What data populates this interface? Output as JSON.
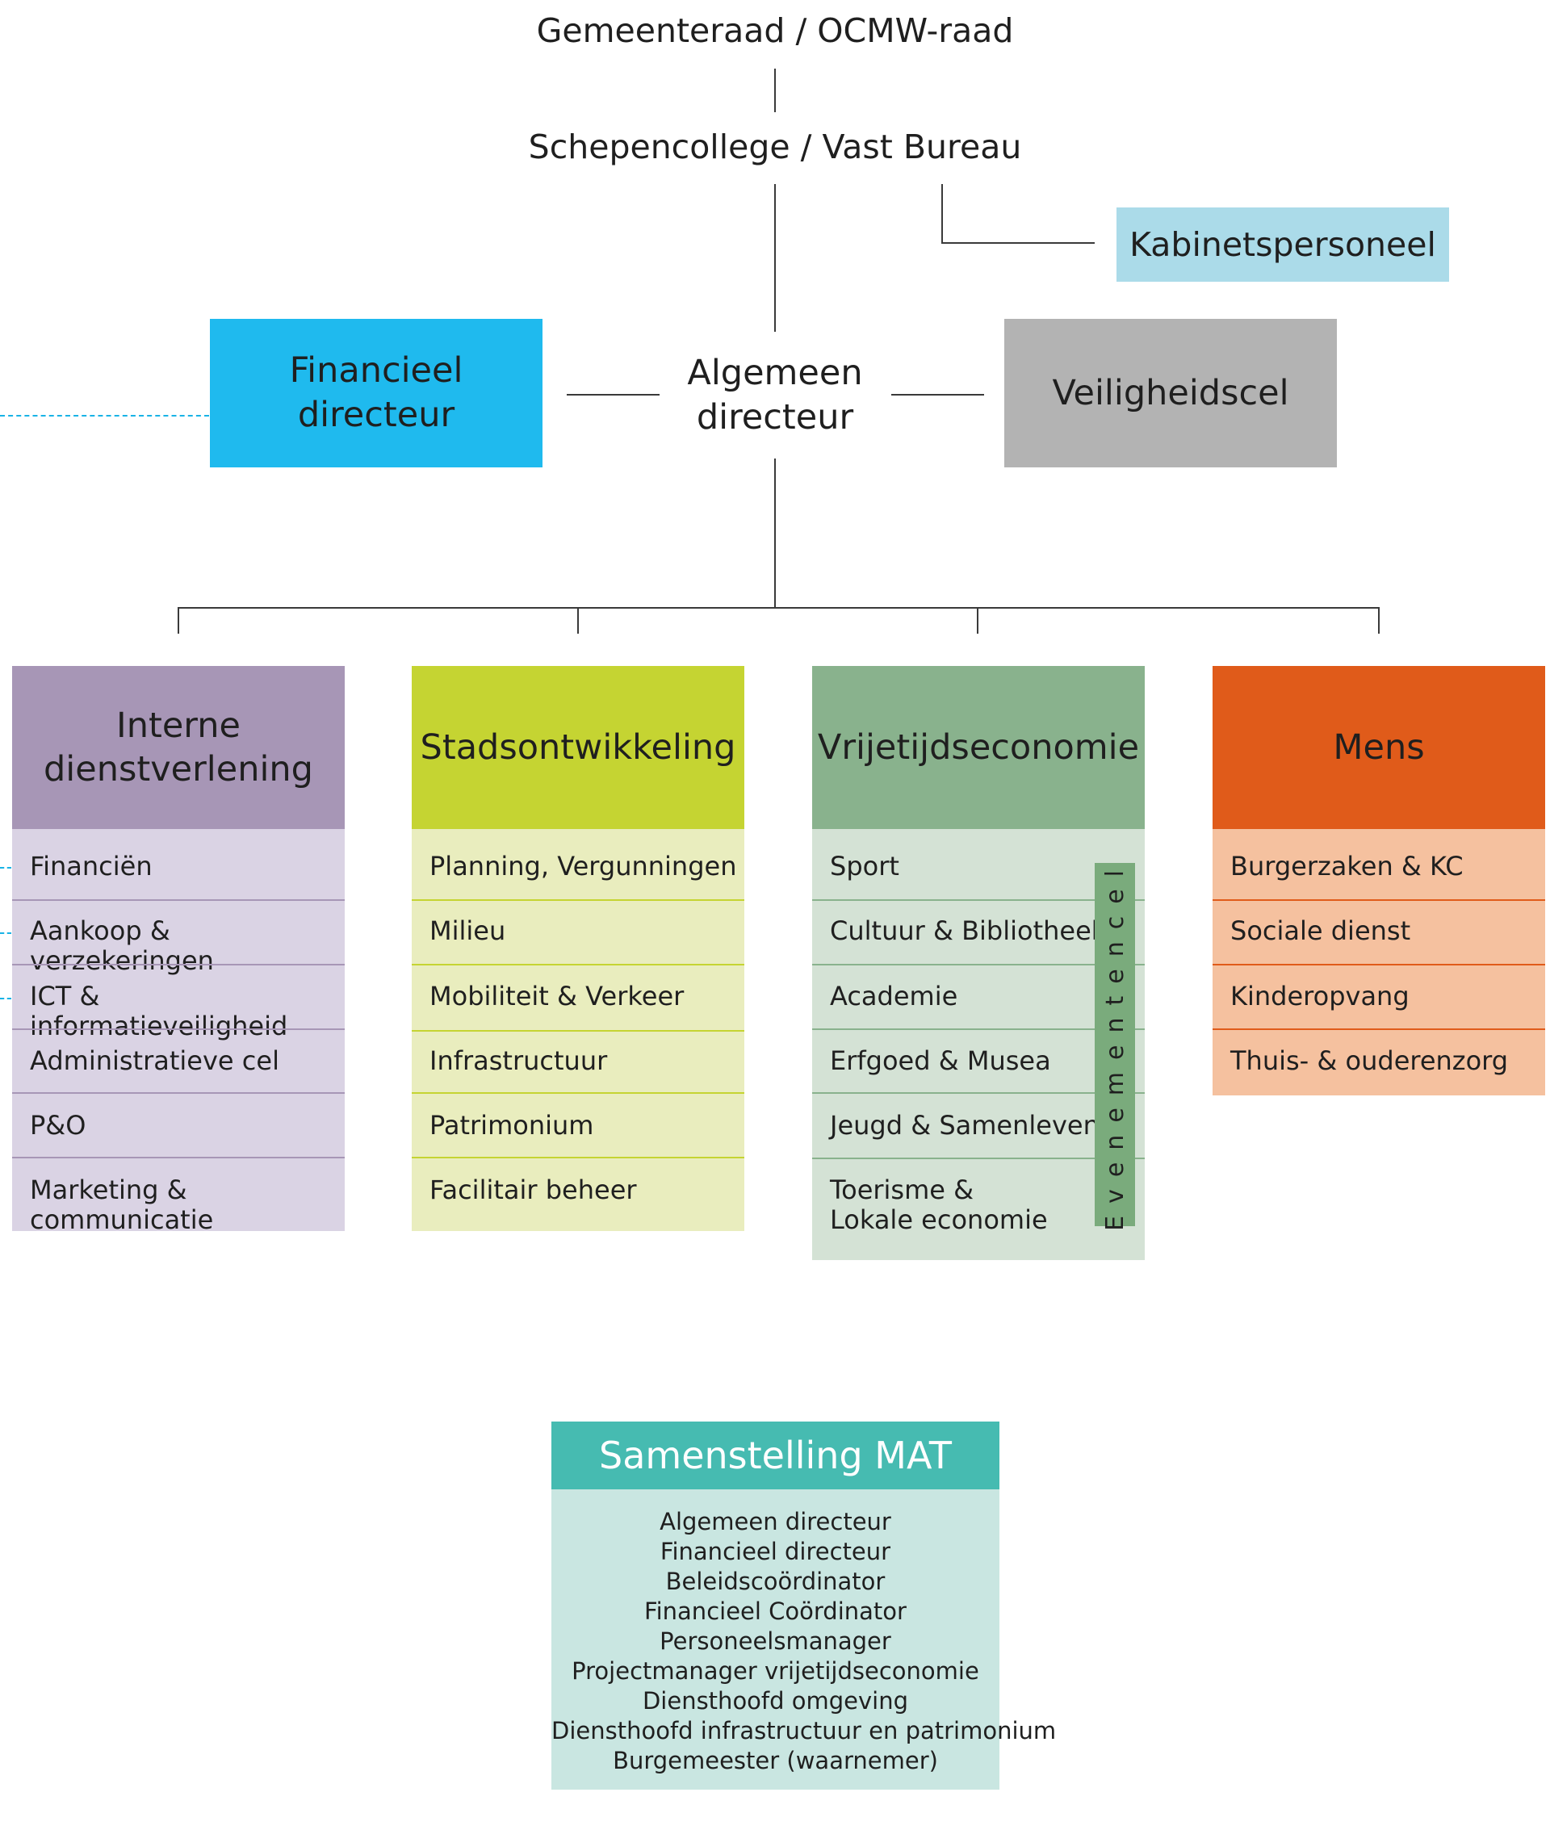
{
  "top": {
    "council": "Gemeenteraad / OCMW-raad",
    "college": "Schepencollege / Vast Bureau",
    "cabinet": "Kabinetspersoneel",
    "general_director": "Algemeen\ndirecteur",
    "financial_director": "Financieel\ndirecteur",
    "security": "Veiligheidscel"
  },
  "departments": [
    {
      "title": "Interne\ndienstverlening",
      "items": [
        "Financiën",
        "Aankoop & verzekeringen",
        "ICT & informatieveiligheid",
        "Administratieve cel",
        "P&O",
        "Marketing & communicatie"
      ]
    },
    {
      "title": "Stadsontwikkeling",
      "items": [
        "Planning, Vergunningen",
        "Milieu",
        "Mobiliteit & Verkeer",
        "Infrastructuur",
        "Patrimonium",
        "Facilitair beheer"
      ]
    },
    {
      "title": "Vrijetijdseconomie",
      "items": [
        "Sport",
        "Cultuur & Bibliotheek",
        "Academie",
        "Erfgoed & Musea",
        "Jeugd & Samenleven",
        "Toerisme &\nLokale economie"
      ],
      "side_label": "Evenementencel"
    },
    {
      "title": "Mens",
      "items": [
        "Burgerzaken & KC",
        "Sociale dienst",
        "Kinderopvang",
        "Thuis- & ouderenzorg"
      ]
    }
  ],
  "mat": {
    "title": "Samenstelling MAT",
    "members": [
      "Algemeen directeur",
      "Financieel directeur",
      "Beleidscoördinator",
      "Financieel Coördinator",
      "Personeelsmanager",
      "Projectmanager vrijetijdseconomie",
      "Diensthoofd omgeving",
      "Diensthoofd infrastructuur en patrimonium",
      "Burgemeester (waarnemer)"
    ]
  },
  "colors": {
    "financial_director": "#1fbaee",
    "cabinet": "#abdbe9",
    "security": "#b3b3b3",
    "interne_head": "#a796b6",
    "interne_body": "#dad3e4",
    "stads_head": "#c5d432",
    "stads_body": "#e9edbe",
    "vrije_head": "#89b28d",
    "vrije_body": "#d4e2d5",
    "mens_head": "#e05b1a",
    "mens_body": "#f5c19f",
    "mat_head": "#46bbb1",
    "mat_body": "#c9e6e1",
    "dashed_link": "#19b3e6"
  }
}
